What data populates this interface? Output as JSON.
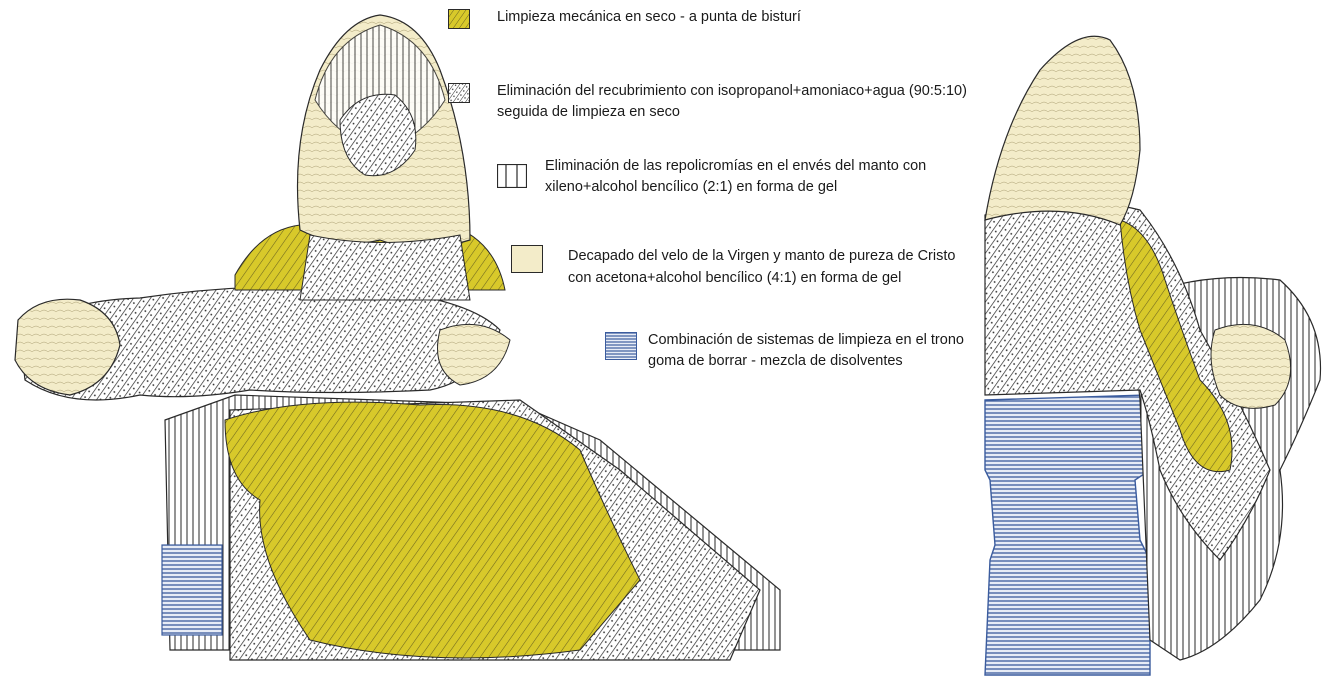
{
  "legend": {
    "items": [
      {
        "key": "dry-cleaning",
        "lines": [
          "Limpieza mecánica en seco - a punta de bisturí"
        ],
        "swatch": "yellow-hatch"
      },
      {
        "key": "coating-removal",
        "lines": [
          "Eliminación del recubrimiento con isopropanol+amoniaco+agua (90:5:10)",
          "seguida de limpieza  en seco"
        ],
        "swatch": "dotted-diagonal-hatch"
      },
      {
        "key": "repolychromy-removal",
        "lines": [
          "Eliminación de las repolicromías en el envés del manto con",
          "xileno+alcohol bencílico (2:1) en forma de gel"
        ],
        "swatch": "vertical-lines"
      },
      {
        "key": "stripping",
        "lines": [
          "Decapado del velo de la Virgen y manto de pureza de Cristo",
          "con acetona+alcohol bencílico (4:1) en forma de gel"
        ],
        "swatch": "cream-fill"
      },
      {
        "key": "throne-cleaning",
        "lines": [
          "Combinación de sistemas de limpieza en el trono",
          "goma de borrar - mezcla de disolventes"
        ],
        "swatch": "blue-horizontal-lines"
      }
    ]
  },
  "colors": {
    "yellow": "#d8c92a",
    "cream": "#f3ecc9",
    "blue": "#3b5c9e",
    "ink": "#2a2a2a"
  }
}
